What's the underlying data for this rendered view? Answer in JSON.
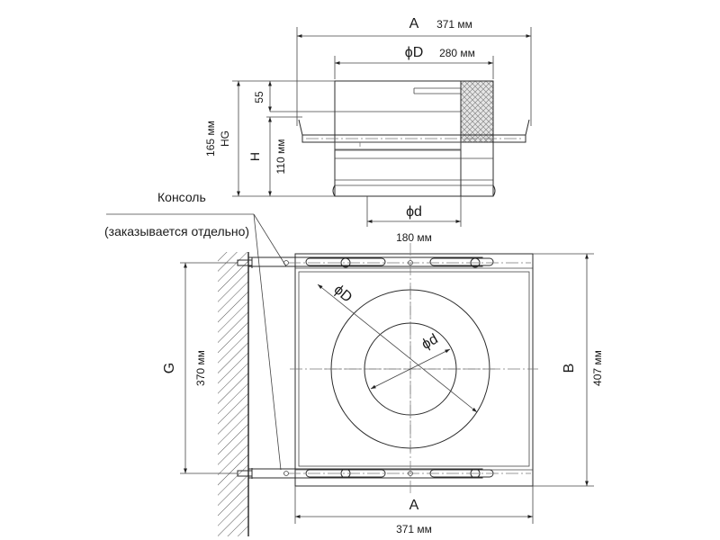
{
  "dims": {
    "top_width_letter": "A",
    "top_width_value": "371 мм",
    "outer_diam_symbol": "ϕD",
    "outer_diam_value": "280 мм",
    "inner_diam_symbol": "ϕd",
    "inner_diam_value": "180 мм",
    "dim_55": "55",
    "dim_110": "110 мм",
    "letter_h": "H",
    "letter_hg": "HG",
    "dim_165": "165 мм",
    "letter_g": "G",
    "dim_370": "370 мм",
    "letter_b": "B",
    "dim_407": "407 мм",
    "bottom_width_letter": "A",
    "bottom_width_value": "371 мм",
    "plan_outer_symbol": "ϕD",
    "plan_inner_symbol": "ϕd"
  },
  "console": {
    "label": "Консоль",
    "note": "(заказывается отдельно)"
  }
}
